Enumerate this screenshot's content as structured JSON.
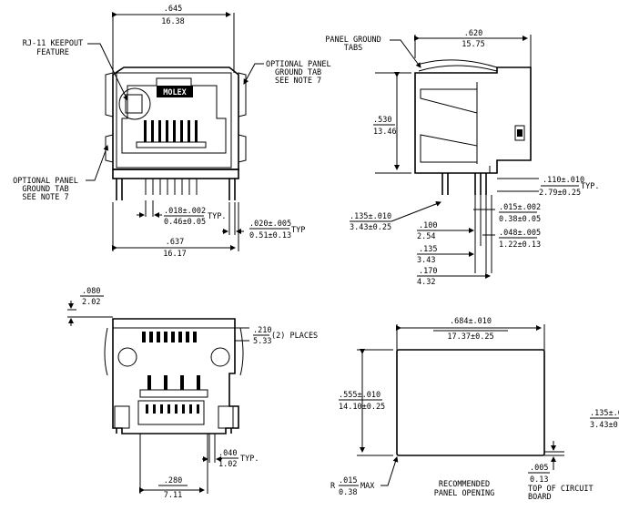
{
  "front_view": {
    "width_in": ".645",
    "width_mm": "16.38",
    "rj11_label_1": "RJ-11 KEEPOUT",
    "rj11_label_2": "FEATURE",
    "opt_right_1": "OPTIONAL PANEL",
    "opt_right_2": "GROUND TAB",
    "opt_right_3": "SEE NOTE 7",
    "opt_left_1": "OPTIONAL PANEL",
    "opt_left_2": "GROUND TAB",
    "opt_left_3": "SEE NOTE 7",
    "logo": "MOLEX",
    "pin_w_in": ".018±.002",
    "pin_w_mm": "0.46±0.05",
    "pin_w_typ": "TYP.",
    "pin_t_in": ".020±.005",
    "pin_t_mm": "0.51±0.13",
    "pin_t_typ": "TYP",
    "body_w_in": ".637",
    "body_w_mm": "16.17"
  },
  "side_view": {
    "tabs_1": "PANEL GROUND",
    "tabs_2": "TABS",
    "depth_in": ".620",
    "depth_mm": "15.75",
    "height_in": ".530",
    "height_mm": "13.46",
    "d110_in": ".110±.010",
    "d110_mm": "2.79±0.25",
    "d110_typ": "TYP.",
    "d135_in": ".135±.010",
    "d135_mm": "3.43±0.25",
    "d015_in": ".015±.002",
    "d015_mm": "0.38±0.05",
    "d048_in": ".048±.005",
    "d048_mm": "1.22±0.13",
    "s100_in": ".100",
    "s100_mm": "2.54",
    "s135_in": ".135",
    "s135_mm": "3.43",
    "s170_in": ".170",
    "s170_mm": "4.32"
  },
  "rear_view": {
    "d080_in": ".080",
    "d080_mm": "2.02",
    "d210_in": ".210",
    "d210_mm": "5.33",
    "places": "(2) PLACES",
    "d040_in": ".040",
    "d040_mm": "1.02",
    "d040_typ": "TYP.",
    "d280_in": ".280",
    "d280_mm": "7.11"
  },
  "panel_opening": {
    "w_in": ".684±.010",
    "w_mm": "17.37±0.25",
    "h_in": ".555±.010",
    "h_mm": "14.10±0.25",
    "r_prefix": "R",
    "r_in": ".015",
    "r_mm": "0.38",
    "r_max": "MAX",
    "rec_1": "RECOMMENDED",
    "rec_2": "PANEL OPENING",
    "d005_in": ".005",
    "d005_mm": "0.13",
    "top_1": "TOP OF CIRCUIT",
    "top_2": "BOARD",
    "cut_in": ".135±.0",
    "cut_mm": "3.43±0"
  }
}
